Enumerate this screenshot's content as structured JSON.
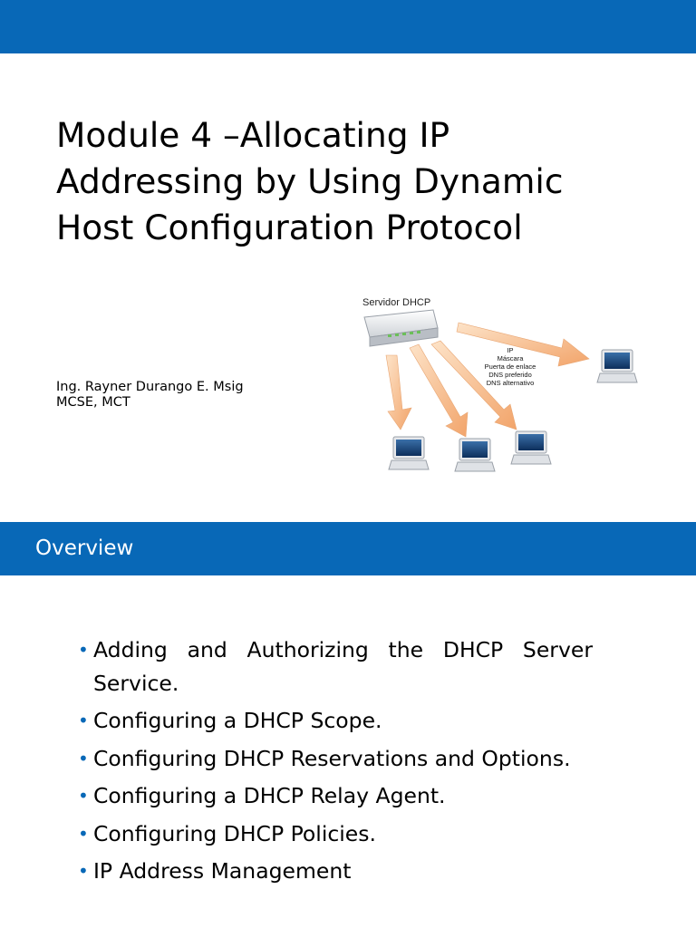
{
  "slide1": {
    "title_lines": [
      "Module 4 –Allocating IP",
      "Addressing by Using Dynamic",
      "Host Configuration Protocol"
    ],
    "author_lines": [
      "Ing. Rayner Durango E. Msig",
      "MCSE, MCT"
    ],
    "diagram": {
      "server_label": "Servidor DHCP",
      "info_lines": [
        "IP",
        "Máscara",
        "Puerta de enlace",
        "DNS preferido",
        "DNS alternativo"
      ]
    }
  },
  "slide2": {
    "heading": "Overview",
    "bullets": [
      "Adding and Authorizing the DHCP Server Service.",
      "Configuring a DHCP Scope.",
      "Configuring DHCP Reservations and Options.",
      "Configuring a DHCP Relay Agent.",
      "Configuring DHCP Policies.",
      "IP Address Management"
    ]
  },
  "colors": {
    "accent_blue": "#0868b7",
    "arrow_orange": "#f5b88a"
  }
}
